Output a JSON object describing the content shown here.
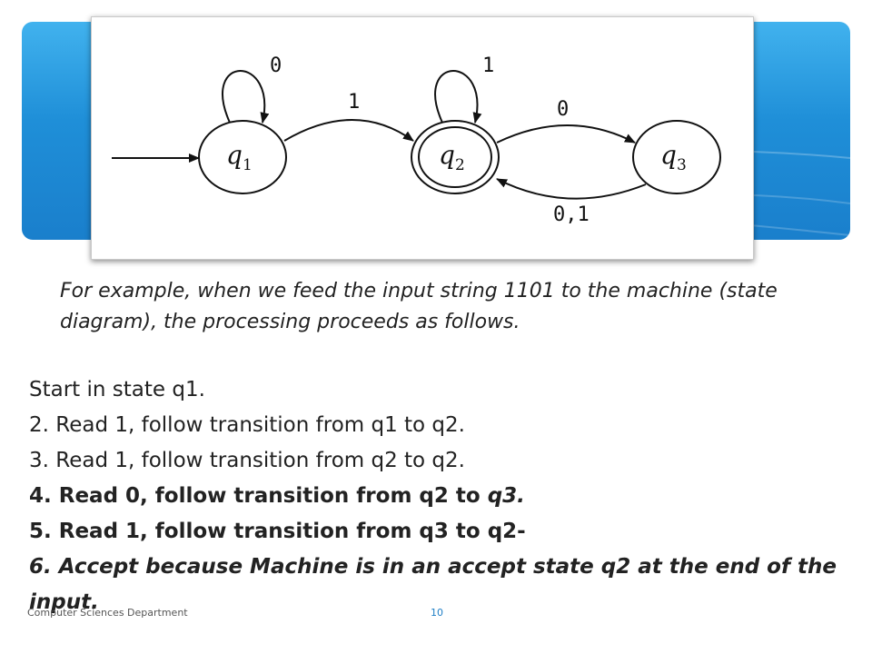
{
  "diagram": {
    "states": {
      "q1": "q",
      "q1_sub": "1",
      "q2": "q",
      "q2_sub": "2",
      "q3": "q",
      "q3_sub": "3"
    },
    "labels": {
      "loop_q1": "0",
      "q1_to_q2": "1",
      "loop_q2": "1",
      "q2_to_q3": "0",
      "q3_to_q2": "0,1"
    }
  },
  "intro_text": "For example, when we feed the input string 1101 to the machine (state diagram), the processing proceeds as follows.",
  "steps": [
    "Start in state q1.",
    "2. Read 1, follow transition from q1 to q2.",
    "3. Read 1, follow transition from q2 to q2.",
    "4. Read 0, follow transition from q2 to",
    "q3.",
    "5. Read 1, follow transition from q3 to q2-",
    "6. Accept because Machine is in an accept state q2 at the end of the input."
  ],
  "footer": {
    "department": "Computer Sciences Department",
    "page_number": "10"
  },
  "colors": {
    "banner": "#1f8fd8",
    "page_number": "#1f7fc6"
  }
}
